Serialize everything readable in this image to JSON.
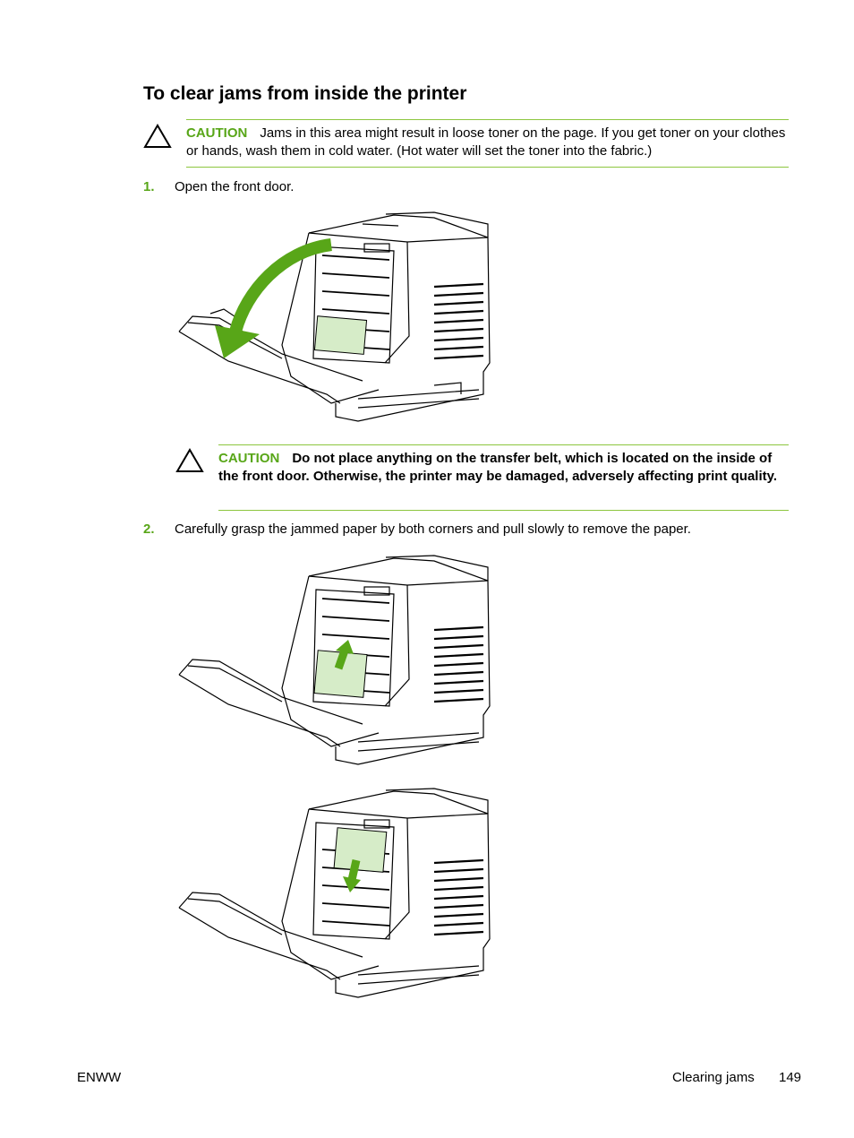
{
  "page": {
    "title": "To clear jams from inside the printer",
    "caution1": {
      "label": "CAUTION",
      "text": "Jams in this area might result in loose toner on the page. If you get toner on your clothes or hands, wash them in cold water. (Hot water will set the toner into the fabric.)"
    },
    "steps": [
      {
        "number": "1.",
        "text": "Open the front door."
      },
      {
        "number": "2.",
        "text": "Carefully grasp the jammed paper by both corners and pull slowly to remove the paper."
      }
    ],
    "caution2": {
      "label": "CAUTION",
      "text": "Do not place anything on the transfer belt, which is located on the inside of the front door. Otherwise, the printer may be damaged, adversely affecting print quality."
    },
    "footer": {
      "left": "ENWW",
      "section": "Clearing jams",
      "page_number": "149"
    }
  },
  "colors": {
    "accent_green": "#58a618",
    "rule_green": "#8dc63f",
    "paper_green": "#d6ecc8"
  },
  "figures": [
    {
      "name": "open-front-door",
      "arrow": "curved-down-left"
    },
    {
      "name": "pull-paper-up",
      "arrow": "up"
    },
    {
      "name": "pull-paper-down",
      "arrow": "down"
    }
  ]
}
